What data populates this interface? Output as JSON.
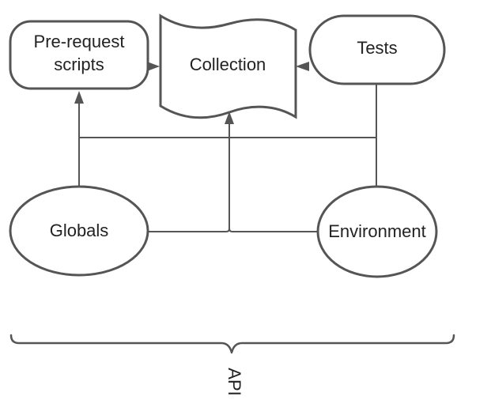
{
  "nodes": {
    "prerequest": {
      "label_line1": "Pre-request",
      "label_line2": "scripts"
    },
    "collection": {
      "label": "Collection"
    },
    "tests": {
      "label": "Tests"
    },
    "globals": {
      "label": "Globals"
    },
    "environment": {
      "label": "Environment"
    }
  },
  "brace": {
    "label": "API"
  }
}
